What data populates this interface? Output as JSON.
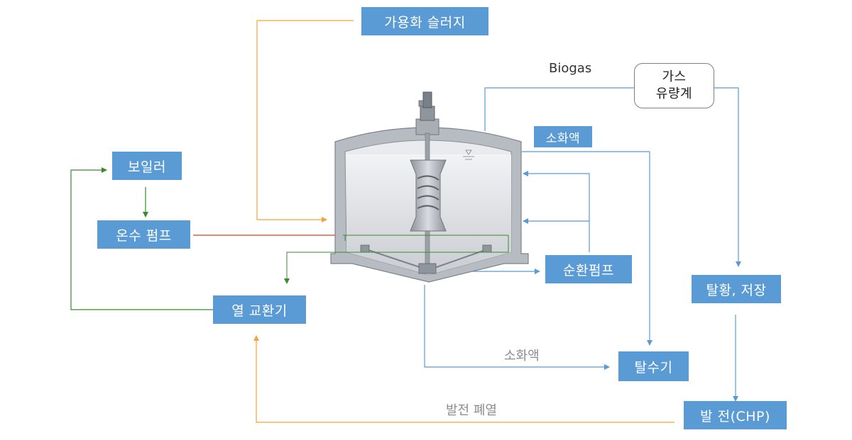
{
  "colors": {
    "box_fill": "#5b9bd5",
    "flow_orange": "#f4a23b",
    "flow_blue": "#5b9bd5",
    "flow_green": "#3a8a2e",
    "flow_red": "#d9411e",
    "tank_steel": "#9aa0a6"
  },
  "nodes": {
    "solubilized_sludge": "가용화 슬러지",
    "boiler": "보일러",
    "hot_water_pump": "온수 펌프",
    "heat_exchanger": "열 교환기",
    "circulation_pump": "순환펌프",
    "dewaterer": "탈수기",
    "desulfurization_storage": "탈황, 저장",
    "power_generation": "발 전(CHP)",
    "digestate_box": "소화액",
    "gas_meter": {
      "line1": "가스",
      "line2": "유량계"
    }
  },
  "labels": {
    "biogas": "Biogas",
    "digestate": "소화액",
    "waste_heat": "발전 폐열"
  }
}
